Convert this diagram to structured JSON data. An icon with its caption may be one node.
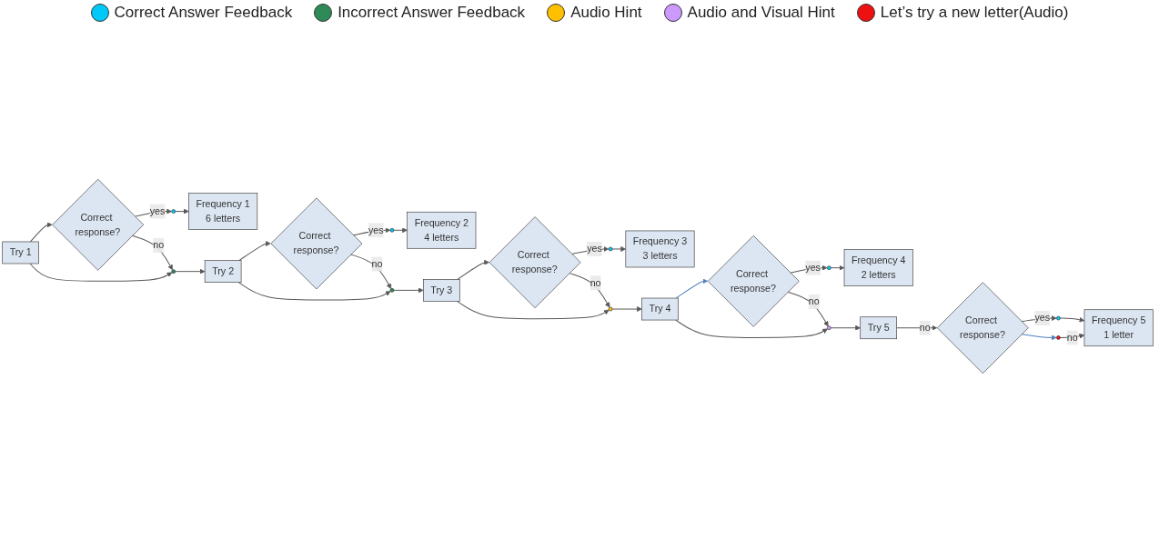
{
  "diagram": {
    "nodes": [
      {
        "text": [
          "Try 1"
        ]
      },
      {
        "text": [
          "Correct response?"
        ]
      },
      {
        "text": [],
        "shape": "circle"
      },
      {
        "text": [
          "Frequency 1",
          "6 letters"
        ]
      },
      {
        "text": [],
        "shape": "circle"
      },
      {
        "text": [
          "Try 2"
        ]
      },
      {
        "text": [
          "Correct response?"
        ]
      },
      {
        "text": [],
        "shape": "circle"
      },
      {
        "text": [
          "Frequency 2",
          "4 letters"
        ]
      },
      {
        "text": [],
        "shape": "circle"
      },
      {
        "text": [
          "Try 3"
        ]
      },
      {
        "text": [
          "Correct response?"
        ]
      },
      {
        "text": [],
        "shape": "circle"
      },
      {
        "text": [
          "Frequency 3",
          "3 letters"
        ]
      },
      {
        "text": [],
        "shape": "circle"
      },
      {
        "text": [
          "Try 4"
        ]
      },
      {
        "text": [
          "Correct response?"
        ]
      },
      {
        "text": [],
        "shape": "circle"
      },
      {
        "text": [
          "Frequency 4",
          "2 letters"
        ]
      },
      {
        "text": [],
        "shape": "circle"
      },
      {
        "text": [
          "Try 5"
        ]
      },
      {
        "text": [
          "Correct response?"
        ]
      },
      {
        "text": [],
        "shape": "circle"
      },
      {
        "text": [
          "Frequency 5",
          "1 letter"
        ]
      },
      {
        "text": [],
        "shape": "circle"
      }
    ],
    "edges": [
      {
        "from": 0,
        "to": 1,
        "arrow": "to"
      },
      {
        "from": 1,
        "to": 2,
        "arrow": "to",
        "label": "yes"
      },
      {
        "from": 2,
        "to": 3,
        "arrow": "to"
      },
      {
        "from": 0,
        "to": 4,
        "arrow": "to"
      },
      {
        "from": 1,
        "to": 4,
        "arrow": "to",
        "label": "no"
      },
      {
        "from": 4,
        "to": 5,
        "arrow": "to"
      },
      {
        "from": 5,
        "to": 6,
        "arrow": "to"
      },
      {
        "from": 6,
        "to": 7,
        "arrow": "to",
        "label": "yes"
      },
      {
        "from": 7,
        "to": 8,
        "arrow": "to"
      },
      {
        "from": 5,
        "to": 9,
        "arrow": "to"
      },
      {
        "from": 6,
        "to": 9,
        "arrow": "to",
        "label": "no"
      },
      {
        "from": 9,
        "to": 10,
        "arrow": "to"
      },
      {
        "from": 10,
        "to": 11,
        "arrow": "to"
      },
      {
        "from": 11,
        "to": 12,
        "arrow": "to",
        "label": "yes"
      },
      {
        "from": 12,
        "to": 13,
        "arrow": "to"
      },
      {
        "from": 10,
        "to": 14,
        "arrow": "to"
      },
      {
        "from": 11,
        "to": 14,
        "arrow": "to",
        "label": "no"
      },
      {
        "from": 14,
        "to": 15,
        "arrow": "to"
      },
      {
        "from": 15,
        "to": 16,
        "arrow": "to",
        "color": "#4f81bd"
      },
      {
        "from": 16,
        "to": 17,
        "arrow": "to",
        "label": "yes"
      },
      {
        "from": 17,
        "to": 18,
        "arrow": "to"
      },
      {
        "from": 15,
        "to": 19,
        "arrow": "to"
      },
      {
        "from": 16,
        "to": 19,
        "arrow": "to",
        "label": "no"
      },
      {
        "from": 19,
        "to": 20,
        "arrow": "to"
      },
      {
        "from": 20,
        "to": 21,
        "arrow": "to",
        "label": "no"
      },
      {
        "from": 21,
        "to": 22,
        "arrow": "to",
        "label": "yes"
      },
      {
        "from": 22,
        "to": 23,
        "arrow": "to"
      },
      {
        "from": 21,
        "to": 24,
        "arrow": "to",
        "color": "#4f81bd"
      },
      {
        "from": 24,
        "to": 23,
        "arrow": "to",
        "label": "no"
      }
    ],
    "legend": [
      {
        "text": "Correct Answer Feedback",
        "color": "#00c8f8"
      },
      {
        "text": "Incorrect Answer Feedback",
        "color": "#2e8b57"
      },
      {
        "text": "Audio Hint",
        "color": "#ffc000"
      },
      {
        "text": "Audio and Visual Hint",
        "color": "#cc99ff"
      },
      {
        "text": "Let’s try a new letter(Audio)",
        "color": "#ee1111"
      }
    ]
  }
}
